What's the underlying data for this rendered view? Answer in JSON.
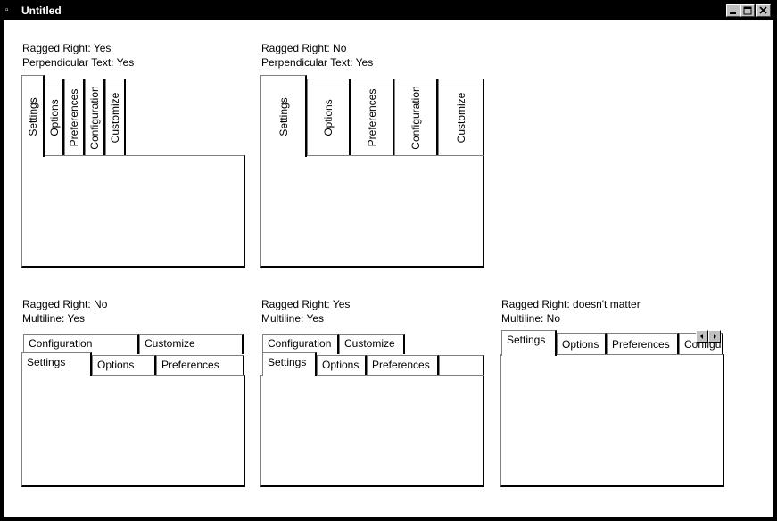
{
  "window": {
    "title": "Untitled"
  },
  "groups": [
    {
      "line1": "Ragged Right: Yes",
      "line2": "Perpendicular Text: Yes",
      "tabs": [
        "Settings",
        "Options",
        "Preferences",
        "Configuration",
        "Customize"
      ]
    },
    {
      "line1": "Ragged Right: No",
      "line2": "Perpendicular Text: Yes",
      "tabs": [
        "Settings",
        "Options",
        "Preferences",
        "Configuration",
        "Customize"
      ]
    },
    {
      "line1": "Ragged Right: No",
      "line2": "Multiline: Yes",
      "tabs": [
        "Settings",
        "Options",
        "Preferences",
        "Configuration",
        "Customize"
      ]
    },
    {
      "line1": "Ragged Right: Yes",
      "line2": "Multiline: Yes",
      "tabs": [
        "Settings",
        "Options",
        "Preferences",
        "Configuration",
        "Customize"
      ]
    },
    {
      "line1": "Ragged Right: doesn't matter",
      "line2": "Multiline: No",
      "tabs": [
        "Settings",
        "Options",
        "Preferences",
        "Configuration"
      ]
    }
  ],
  "icons": {
    "app": "app-icon",
    "minimize": "minimize-icon",
    "maximize": "maximize-icon",
    "close": "close-icon",
    "scroll_left": "arrow-left-icon",
    "scroll_right": "arrow-right-icon"
  }
}
